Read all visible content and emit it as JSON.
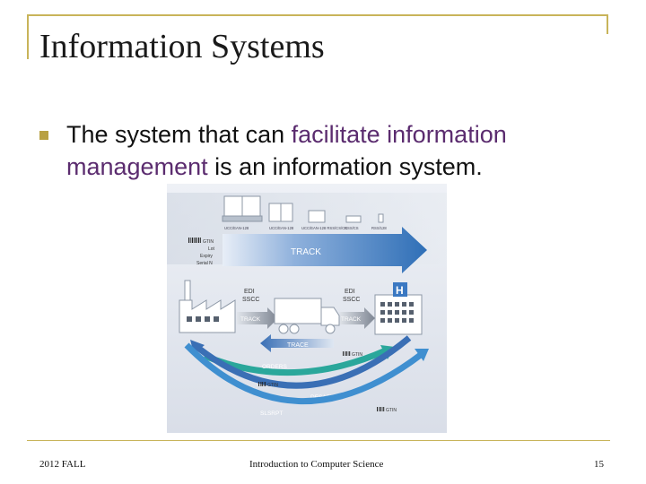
{
  "slide": {
    "title": "Information Systems",
    "bullet": {
      "part1": "The system that can ",
      "highlight": "facilitate information management",
      "part2": " is an information system."
    }
  },
  "figure": {
    "top_codes": [
      "UCC/EAN-128",
      "UCC/EAN-128",
      "UCC/EAN-128 RSS/CS/CC",
      "RSS/CS",
      "RSS/128"
    ],
    "left_labels": [
      "GTIN",
      "Lot",
      "Expiry",
      "Serial N"
    ],
    "track_label": "TRACK",
    "edi_left": [
      "EDI",
      "SSCC"
    ],
    "edi_right": [
      "EDI",
      "SSCC"
    ],
    "track_small_left": "TRACK",
    "track_small_right": "TRACK",
    "trace_label": "TRACE",
    "gtin_labels": [
      "GTIN",
      "GTIN",
      "GTIN"
    ],
    "orders_label": "ORDERS",
    "desadv_label": "DESADV",
    "slsrpt_label": "SLSRPT",
    "hospital_letter": "H"
  },
  "footer": {
    "left": "2012 FALL",
    "center": "Introduction to Computer Science",
    "page": "15"
  },
  "colors": {
    "accent_gold": "#c8b45a",
    "highlight_purple": "#5b2c6f",
    "track_blue": "#2f6fb7",
    "orders_teal": "#2aa79b"
  }
}
